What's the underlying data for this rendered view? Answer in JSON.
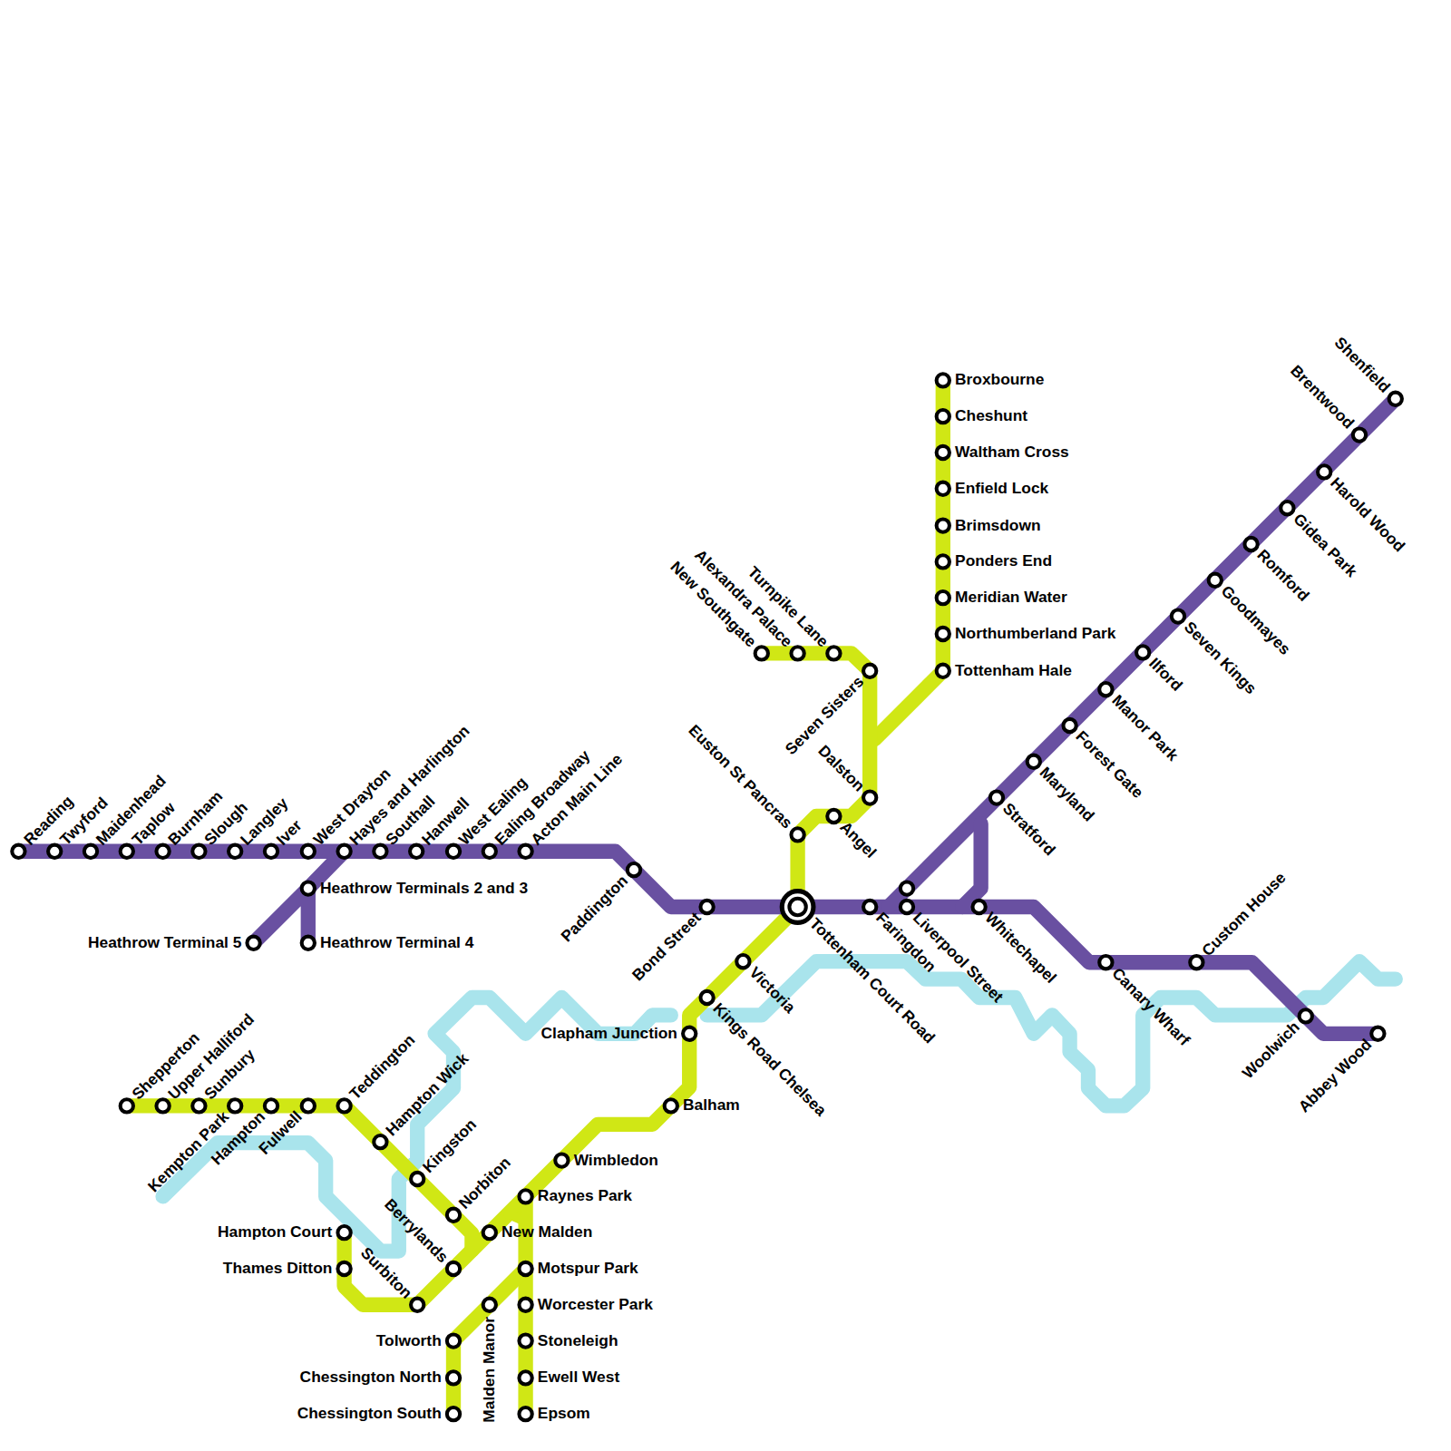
{
  "diagram": {
    "labels": [
      "Reading",
      "Twyford",
      "Maidenhead",
      "Taplow",
      "Burnham",
      "Slough",
      "Langley",
      "Iver",
      "West Drayton",
      "Hayes and Harlington",
      "Southall",
      "Hanwell",
      "West Ealing",
      "Ealing Broadway",
      "Acton Main Line",
      "Heathrow Terminals 2 and 3",
      "Heathrow Terminal 4",
      "Heathrow Terminal 5",
      "Paddington",
      "Bond Street",
      "Tottenham Court Road",
      "Faringdon",
      "Liverpool Street",
      "Whitechapel",
      "Canary Wharf",
      "Custom House",
      "Woolwich",
      "Abbey Wood",
      "Stratford",
      "Maryland",
      "Forest Gate",
      "Manor Park",
      "Ilford",
      "Seven Kings",
      "Goodmayes",
      "Romford",
      "Gidea Park",
      "Harold Wood",
      "Brentwood",
      "Shenfield",
      "Broxbourne",
      "Cheshunt",
      "Waltham Cross",
      "Enfield Lock",
      "Brimsdown",
      "Ponders End",
      "Meridian Water",
      "Northumberland Park",
      "Tottenham Hale",
      "New Southgate",
      "Alexandra Palace",
      "Turnpike Lane",
      "Seven Sisters",
      "Dalston",
      "Angel",
      "Euston St Pancras",
      "Victoria",
      "Kings Road Chelsea",
      "Clapham Junction",
      "Balham",
      "Wimbledon",
      "Raynes Park",
      "New Malden",
      "Motspur Park",
      "Worcester Park",
      "Stoneleigh",
      "Ewell West",
      "Epsom",
      "Malden Manor",
      "Tolworth",
      "Chessington North",
      "Chessington South",
      "Surbiton",
      "Berrylands",
      "Norbiton",
      "Kingston",
      "Hampton Wick",
      "Teddington",
      "Fulwell",
      "Hampton",
      "Kempton Park",
      "Sunbury",
      "Upper Halliford",
      "Shepperton",
      "Hampton Court",
      "Thames Ditton"
    ]
  }
}
